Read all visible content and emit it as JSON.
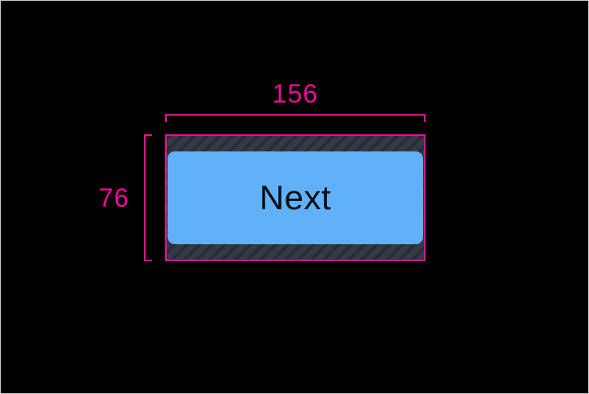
{
  "canvas": {
    "background": "#000000",
    "border_color": "#C8C8C8"
  },
  "annotation": {
    "color": "#F20A96",
    "width_value": "156",
    "height_value": "76"
  },
  "touch_target": {
    "hatch_base_color": "#333A45",
    "hatch_stripe_color": "#272C35"
  },
  "button": {
    "label": "Next",
    "fill_color": "#61B1F8",
    "text_color": "#0B0D10"
  }
}
